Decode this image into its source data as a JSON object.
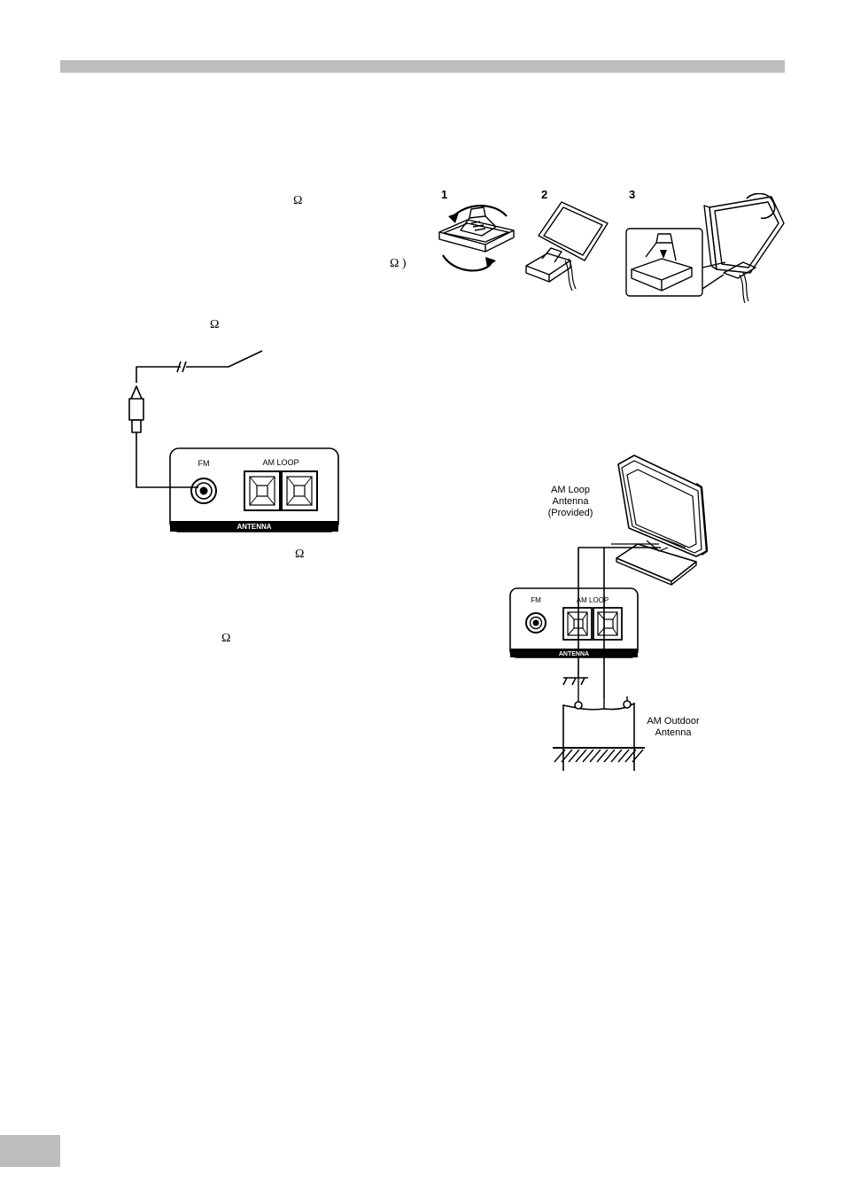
{
  "header_bar": {
    "color": "#bdbdbd"
  },
  "page_tab": {
    "color": "#bdbdbd"
  },
  "omega_marks": [
    "Ω",
    "Ω )",
    "Ω",
    "Ω",
    "Ω"
  ],
  "assembly_steps": [
    "1",
    "2",
    "3"
  ],
  "fm_panel": {
    "fm_label": "FM",
    "am_loop_label": "AM LOOP",
    "antenna_label": "ANTENNA"
  },
  "outdoor_diagram": {
    "loop_antenna_label": [
      "AM Loop",
      "Antenna",
      "(Provided)"
    ],
    "fm_label": "FM",
    "am_loop_label": "AM LOOP",
    "antenna_label": "ANTENNA",
    "outdoor_antenna_label": [
      "AM Outdoor",
      "Antenna"
    ]
  }
}
